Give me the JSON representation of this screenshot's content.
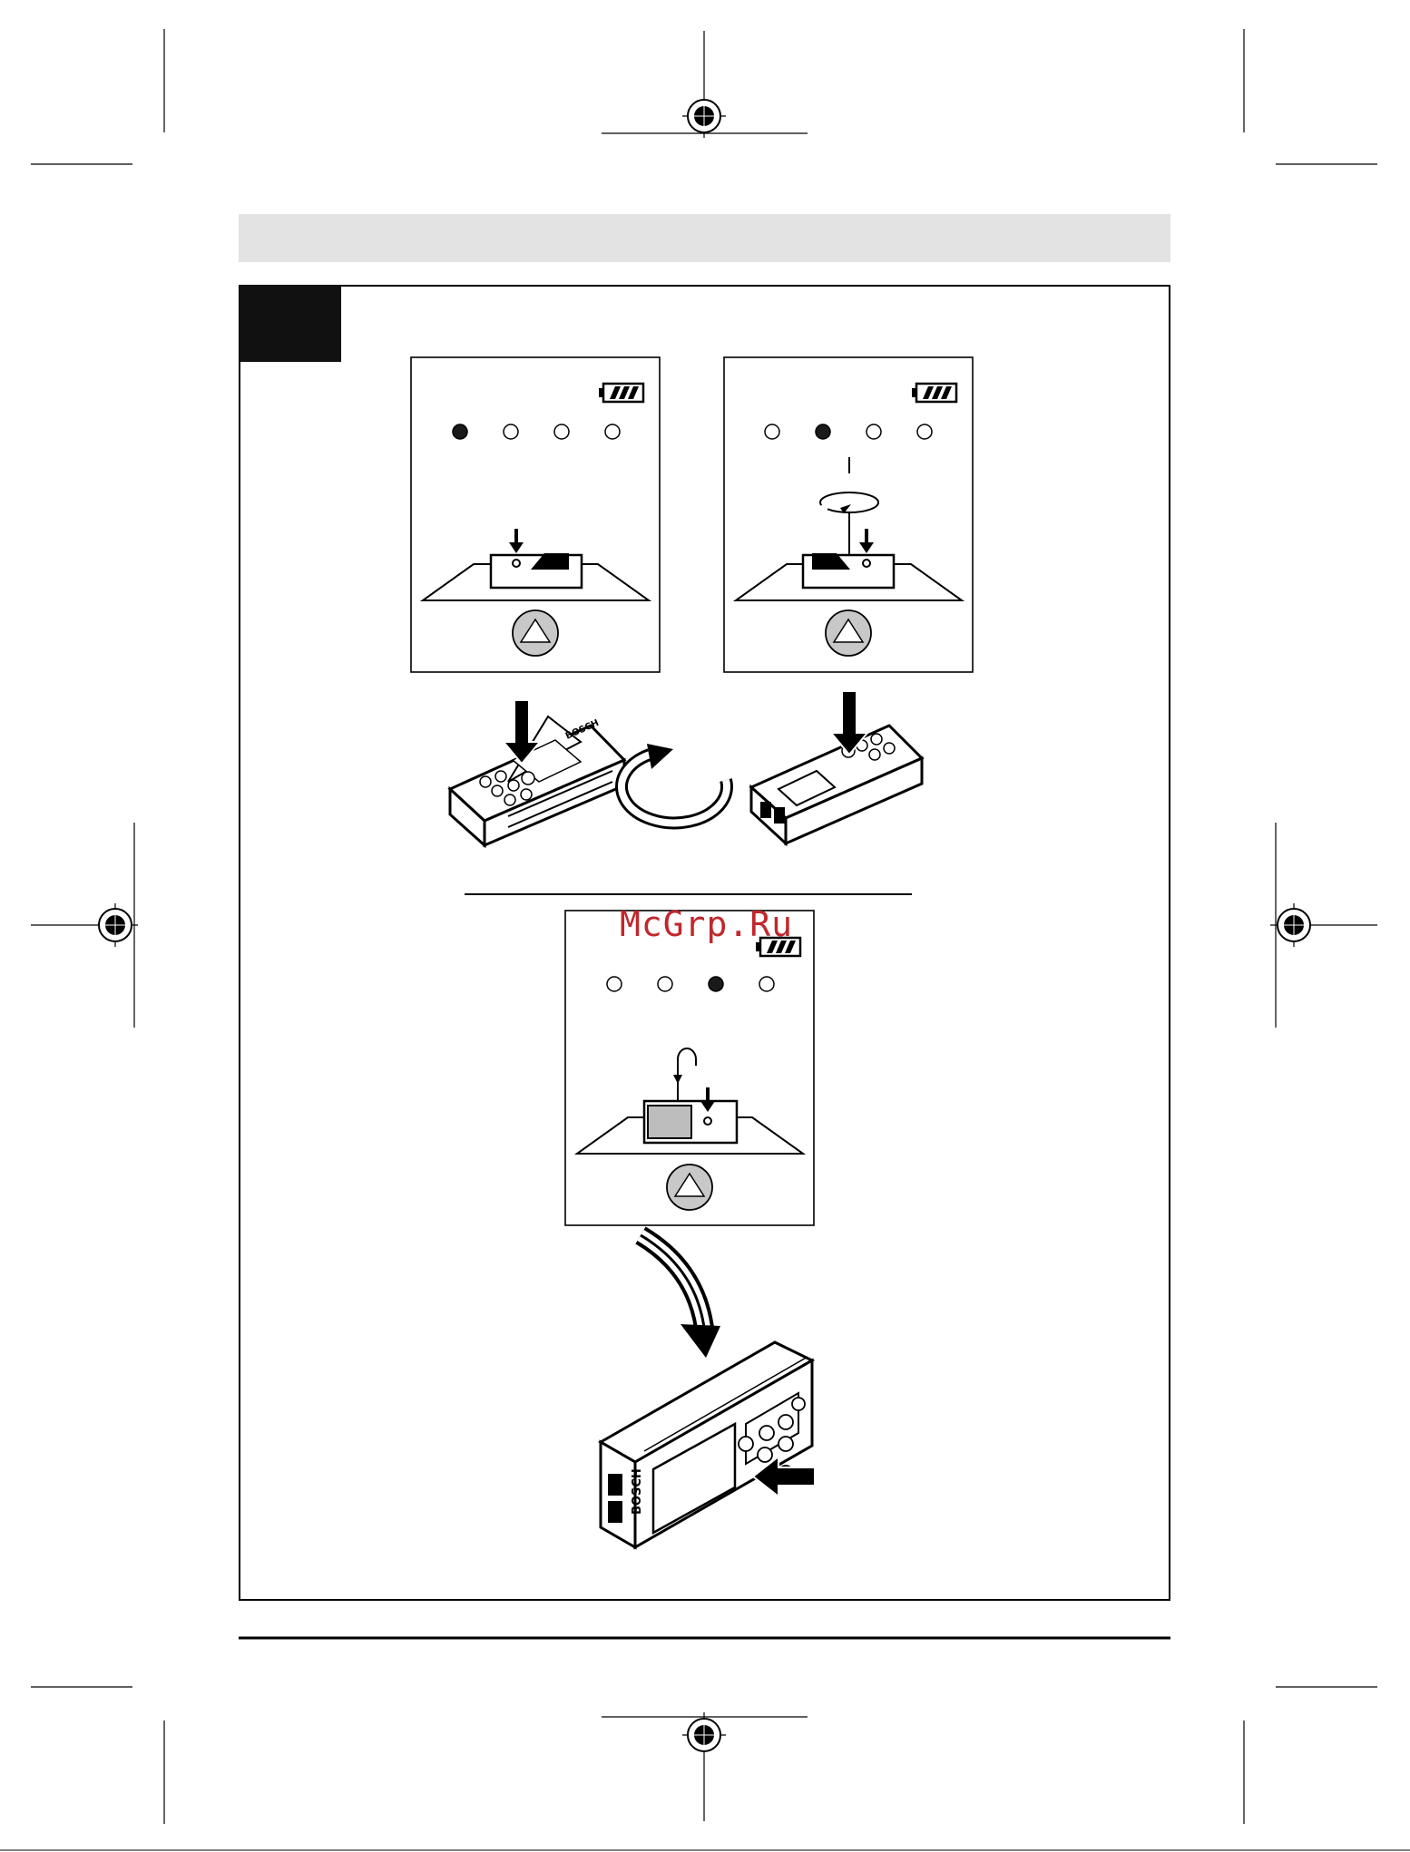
{
  "watermark": {
    "text": "McGrp.Ru",
    "color": "#c0282d"
  },
  "colors": {
    "header_band": "#e3e3e3",
    "button_fill": "#c8c8c8",
    "ink": "#1a1a1a"
  },
  "panels": [
    {
      "active_step": 1,
      "step_count": 4,
      "battery_icon": "battery-full-icon",
      "button_icon": "triangle-measure-button-icon"
    },
    {
      "active_step": 2,
      "step_count": 4,
      "battery_icon": "battery-full-icon",
      "button_icon": "triangle-measure-button-icon"
    },
    {
      "active_step": 3,
      "step_count": 4,
      "battery_icon": "battery-full-icon",
      "button_icon": "triangle-measure-button-icon"
    }
  ],
  "brand_on_device": "BOSCH"
}
